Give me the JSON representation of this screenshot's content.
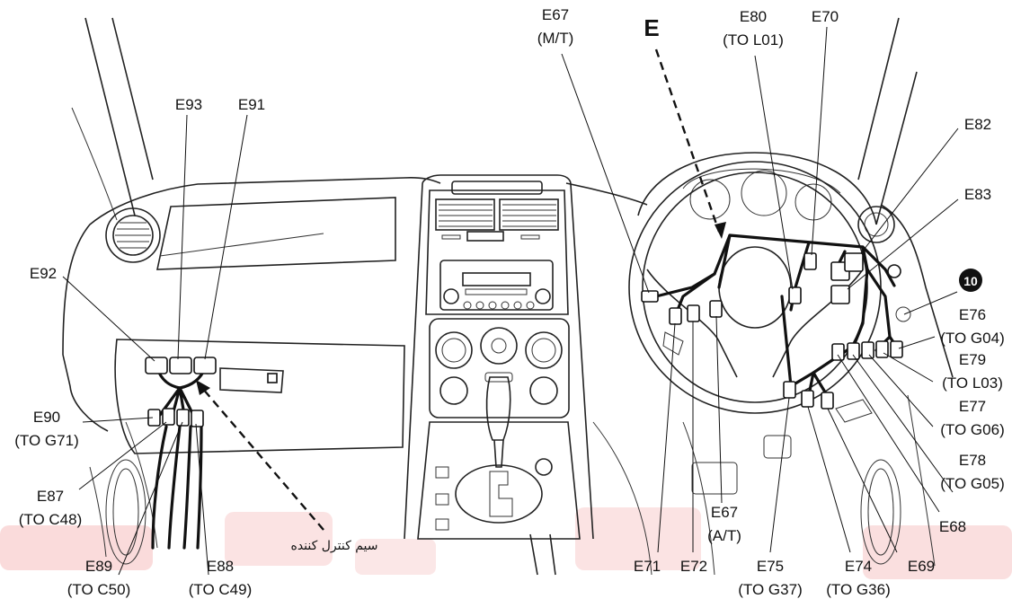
{
  "labels": {
    "e_marker": "E",
    "e67_mt": "E67",
    "e67_mt_sub": "(M/T)",
    "e80": "E80",
    "e80_sub": "(TO L01)",
    "e70": "E70",
    "e93": "E93",
    "e91": "E91",
    "e82": "E82",
    "e83": "E83",
    "e92": "E92",
    "num10": "10",
    "e76": "E76",
    "e76_sub": "(TO G04)",
    "e79": "E79",
    "e79_sub": "(TO L03)",
    "e77": "E77",
    "e77_sub": "(TO G06)",
    "e90": "E90",
    "e90_sub": "(TO G71)",
    "e78": "E78",
    "e78_sub": "(TO G05)",
    "e87": "E87",
    "e87_sub": "(TO C48)",
    "e68": "E68",
    "e67_at": "E67",
    "e67_at_sub": "(A/T)",
    "e89": "E89",
    "e89_sub": "(TO C50)",
    "e88": "E88",
    "e88_sub": "(TO C49)",
    "e71": "E71",
    "e72": "E72",
    "e75": "E75",
    "e75_sub": "(TO G37)",
    "e74": "E74",
    "e74_sub": "(TO G36)",
    "e69": "E69",
    "annotation_fa": "سیم کنترل کننده"
  },
  "colors": {
    "line": "#111111",
    "watermark": "#e23a3a"
  }
}
